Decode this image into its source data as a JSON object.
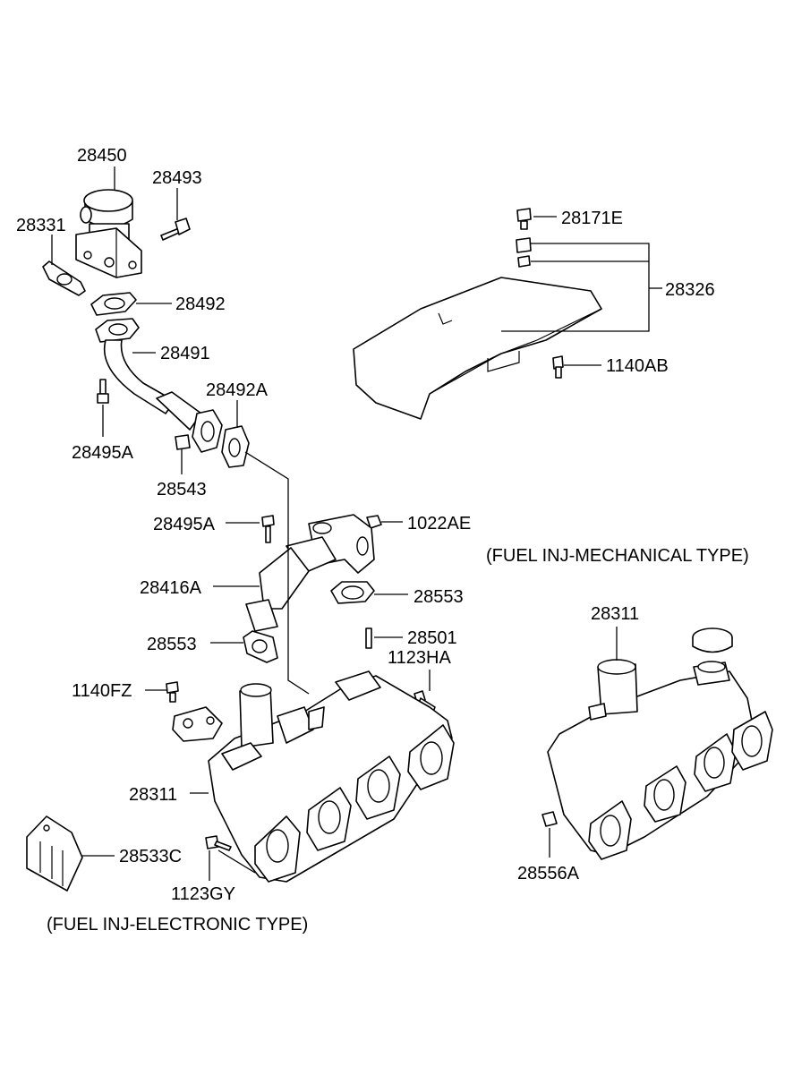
{
  "colors": {
    "ink": "#000000",
    "paper": "#ffffff"
  },
  "labels": {
    "p28450": "28450",
    "p28493": "28493",
    "p28331": "28331",
    "p28492": "28492",
    "p28491": "28491",
    "p28492A": "28492A",
    "p28495A_top": "28495A",
    "p28543": "28543",
    "p28495A_mid": "28495A",
    "p1022AE": "1022AE",
    "p28416A": "28416A",
    "p28553_right": "28553",
    "p28553_left": "28553",
    "p28501": "28501",
    "p1123HA": "1123HA",
    "p1140FZ": "1140FZ",
    "p28311_left": "28311",
    "p28533C": "28533C",
    "p1123GY": "1123GY",
    "p28171E": "28171E",
    "p28326": "28326",
    "p1140AB": "1140AB",
    "p28311_right": "28311",
    "p28556A": "28556A"
  },
  "captions": {
    "electronic": "(FUEL INJ-ELECTRONIC TYPE)",
    "mechanical": "(FUEL INJ-MECHANICAL TYPE)"
  }
}
